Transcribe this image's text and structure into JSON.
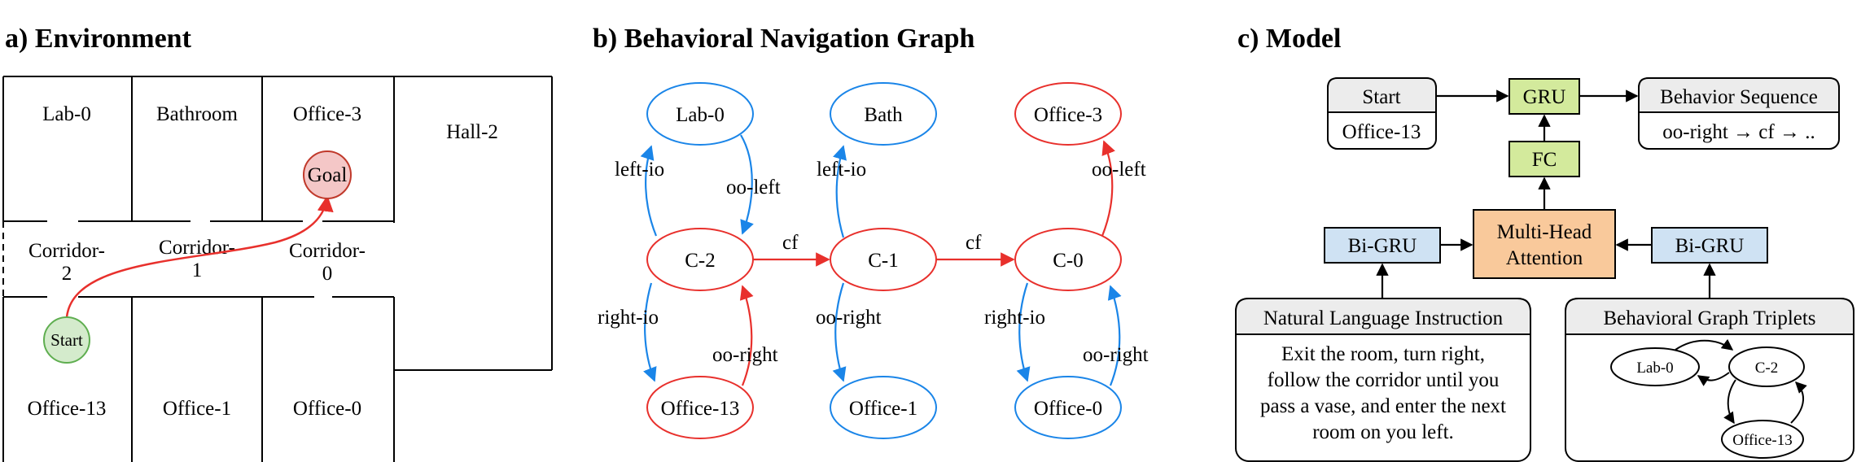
{
  "panels": {
    "a": "a) Environment",
    "b": "b) Behavioral Navigation Graph",
    "c": "c) Model"
  },
  "environment": {
    "rooms": {
      "lab0": "Lab-0",
      "bathroom": "Bathroom",
      "office3": "Office-3",
      "hall2": "Hall-2",
      "office13": "Office-13",
      "office1": "Office-1",
      "office0": "Office-0"
    },
    "corridors": {
      "c2_line1": "Corridor-",
      "c2_line2": "2",
      "c1_line1": "Corridor-",
      "c1_line2": "1",
      "c0_line1": "Corridor-",
      "c0_line2": "0"
    },
    "goal": "Goal",
    "start": "Start",
    "colors": {
      "goal_fill": "#f4c7c7",
      "goal_stroke": "#c0392b",
      "start_fill": "#d4ebcc",
      "start_stroke": "#5fae50",
      "path": "#e8302c"
    }
  },
  "graph": {
    "nodes": {
      "lab0": "Lab-0",
      "bath": "Bath",
      "office3": "Office-3",
      "c2": "C-2",
      "c1": "C-1",
      "c0": "C-0",
      "office13": "Office-13",
      "office1": "Office-1",
      "office0": "Office-0"
    },
    "edges": {
      "left_io_1": "left-io",
      "oo_left_1": "oo-left",
      "left_io_2": "left-io",
      "oo_left_2": "oo-left",
      "cf_1": "cf",
      "cf_2": "cf",
      "right_io_1": "right-io",
      "oo_right_1": "oo-right",
      "oo_right_2": "oo-right",
      "right_io_2": "right-io",
      "oo_right_3": "oo-right"
    },
    "colors": {
      "blue": "#1a85e8",
      "red": "#e8302c"
    }
  },
  "model": {
    "start_header": "Start",
    "start_value": "Office-13",
    "gru": "GRU",
    "behavior_header": "Behavior Sequence",
    "behavior_value": "oo-right → cf →  ..",
    "fc": "FC",
    "bigru_left": "Bi-GRU",
    "mha_line1": "Multi-Head",
    "mha_line2": "Attention",
    "bigru_right": "Bi-GRU",
    "nli_header": "Natural Language Instruction",
    "nli_lines": [
      "Exit the room, turn right,",
      "follow the corridor until you",
      "pass a vase, and enter the next",
      "room on you left."
    ],
    "bgt_header": "Behavioral Graph Triplets",
    "mini_nodes": {
      "lab0": "Lab-0",
      "c2": "C-2",
      "office13": "Office-13"
    },
    "colors": {
      "green": "#d3ea9c",
      "blue": "#cfe2f3",
      "orange": "#f9c99b",
      "gray": "#ececec"
    }
  }
}
